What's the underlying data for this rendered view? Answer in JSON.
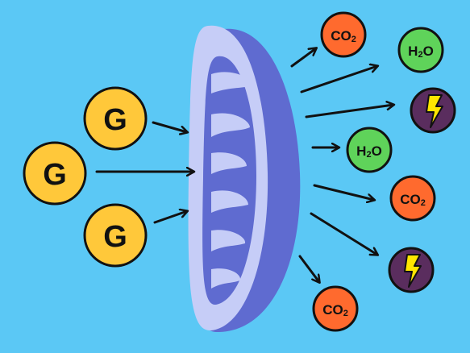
{
  "colors": {
    "background": "#5bc8f5",
    "glucose": "#ffc83a",
    "co2": "#ff6a2e",
    "water": "#5fd35a",
    "energy": "#5a2d5e",
    "bolt": "#ffe600",
    "mito_outer": "#5f6bd0",
    "mito_inner": "#c6cdf7",
    "outline": "#111111"
  },
  "inputs": [
    {
      "label": "G"
    },
    {
      "label": "G"
    },
    {
      "label": "G"
    }
  ],
  "outputs": {
    "co2": [
      {
        "main": "CO",
        "sub": "2"
      },
      {
        "main": "CO",
        "sub": "2"
      },
      {
        "main": "CO",
        "sub": "2"
      }
    ],
    "water": [
      {
        "main": "H",
        "sub": "2",
        "tail": "O"
      },
      {
        "main": "H",
        "sub": "2",
        "tail": "O"
      }
    ],
    "energy": [
      {
        "icon": "lightning-bolt-icon"
      },
      {
        "icon": "lightning-bolt-icon"
      }
    ]
  }
}
